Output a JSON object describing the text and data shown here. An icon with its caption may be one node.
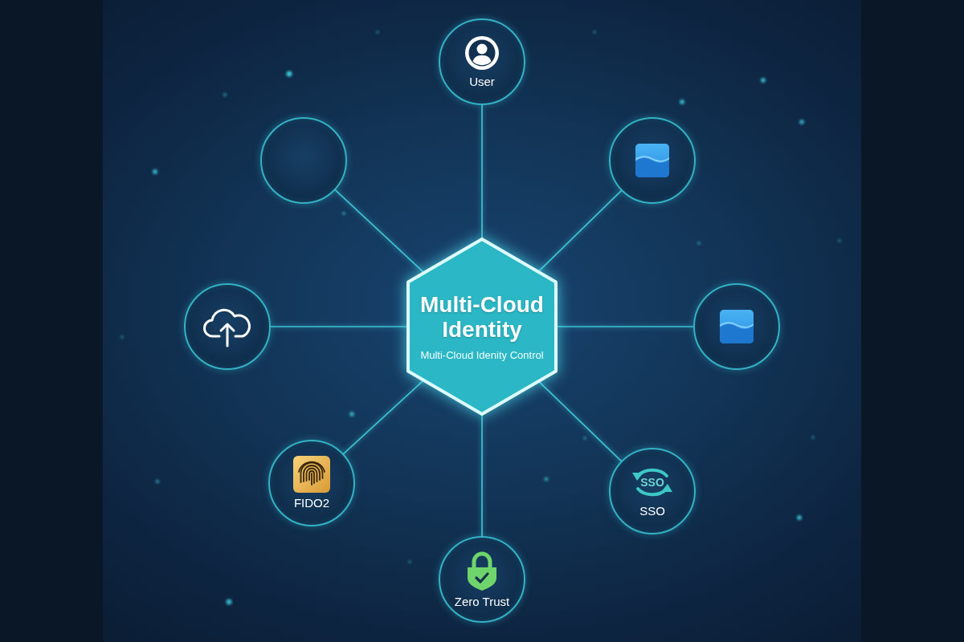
{
  "diagram": {
    "nodes": [
      {
        "text": [
          "Multi-Cloud Identity",
          "Multi-Cloud Idenity Control"
        ]
      },
      {
        "text": [
          "User"
        ]
      },
      {
        "text": [],
        "shape": "circle"
      },
      {
        "text": [],
        "shape": "circle"
      },
      {
        "text": [],
        "shape": "circle"
      },
      {
        "text": [],
        "shape": "circle"
      },
      {
        "text": [
          "FIDO2"
        ]
      },
      {
        "text": [
          "SSO",
          "SSO"
        ]
      },
      {
        "text": [
          "Zero Trust"
        ]
      }
    ],
    "edges": [
      {
        "from": 0,
        "to": 1,
        "arrow": "none"
      },
      {
        "from": 0,
        "to": 2,
        "arrow": "none"
      },
      {
        "from": 0,
        "to": 3,
        "arrow": "none"
      },
      {
        "from": 0,
        "to": 4,
        "arrow": "none"
      },
      {
        "from": 0,
        "to": 5,
        "arrow": "none"
      },
      {
        "from": 0,
        "to": 6,
        "arrow": "none"
      },
      {
        "from": 0,
        "to": 7,
        "arrow": "none"
      },
      {
        "from": 0,
        "to": 8,
        "arrow": "none"
      }
    ]
  }
}
